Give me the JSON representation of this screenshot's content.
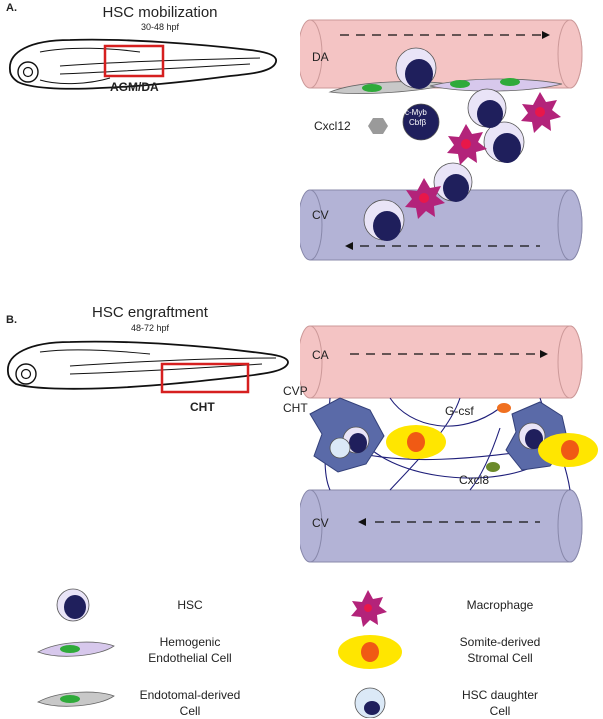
{
  "panel_a": {
    "letter": "A.",
    "title": "HSC mobilization",
    "subtitle": "30-48 hpf",
    "region": "AGM/DA",
    "vessel_top": "DA",
    "vessel_bottom": "CV",
    "factor": "Cxcl12",
    "factors_in_cell": [
      "c-Myb",
      "Cbfβ"
    ]
  },
  "panel_b": {
    "letter": "B.",
    "title": "HSC engraftment",
    "subtitle": "48-72 hpf",
    "region": "CHT",
    "vessel_top": "CA",
    "vessel_bottom": "CV",
    "niche_line1": "CVP",
    "niche_line2": "CHT",
    "factor1": "G-csf",
    "factor2": "Cxcl8"
  },
  "legend": {
    "hsc": "HSC",
    "macrophage": "Macrophage",
    "hemogenic_line1": "Hemogenic",
    "hemogenic_line2": "Endothelial Cell",
    "stromal_line1": "Somite-derived",
    "stromal_line2": "Stromal Cell",
    "endotomal_line1": "Endotomal-derived",
    "endotomal_line2": "Cell",
    "daughter_line1": "HSC daughter",
    "daughter_line2": "Cell"
  },
  "colors": {
    "artery": "#f4c4c4",
    "vein": "#b3b3d6",
    "hsc_nucleus": "#1f1f5c",
    "macrophage": "#b3237a",
    "stromal": "#ffe600",
    "stromal_core": "#f05a14",
    "niche_cell": "#5a6aa8",
    "endothelial": "#d7c8ec",
    "cxcl12": "#9a9a9a",
    "gcsf": "#f07020",
    "cxcl8": "#6b8a2a",
    "highlight_box": "#d61f1f"
  }
}
